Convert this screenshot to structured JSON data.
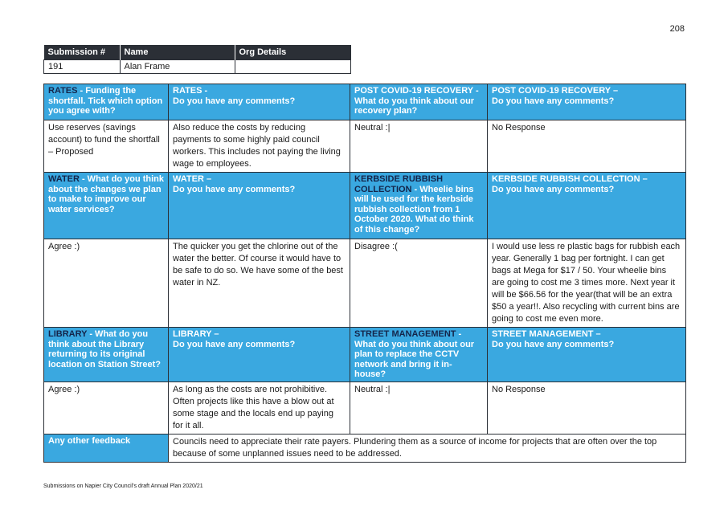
{
  "page_number": "208",
  "submission": {
    "headers": [
      "Submission #",
      "Name",
      "Org Details"
    ],
    "values": [
      "191",
      "Alan Frame",
      ""
    ]
  },
  "sections": [
    {
      "headers": [
        {
          "highlight": "RATES",
          "rest": " - Funding the shortfall. Tick which option you agree with?"
        },
        {
          "highlight": "",
          "rest": "RATES -\nDo you have any comments?"
        },
        {
          "highlight": "",
          "rest": "POST COVID-19 RECOVERY - What do you think about our recovery plan?"
        },
        {
          "highlight": "",
          "rest": "POST COVID-19 RECOVERY –\nDo you have any comments?"
        }
      ],
      "answers": [
        "Use reserves (savings account) to fund the shortfall – Proposed",
        "Also reduce the costs by reducing payments to some highly paid council workers. This includes not paying the living wage to employees.",
        "Neutral :|",
        "No Response"
      ]
    },
    {
      "headers": [
        {
          "highlight": "WATER",
          "rest": " - What do you think about the changes we plan to make to improve our water services?"
        },
        {
          "highlight": "",
          "rest": "WATER –\nDo you have any comments?"
        },
        {
          "highlight": "KERBSIDE RUBBISH COLLECTION",
          "rest": " - Wheelie bins will be used for the kerbside rubbish collection from 1 October 2020. What do think of this change?"
        },
        {
          "highlight": "",
          "rest": "KERBSIDE RUBBISH COLLECTION –\nDo you have any comments?"
        }
      ],
      "answers": [
        "Agree :)",
        "The quicker you get the chlorine out of the water the better.  Of course it would have to be safe to do so. We have some of the best water in NZ.",
        "Disagree :(",
        "I would use less re plastic bags for rubbish each year. Generally 1 bag per fortnight. I can get bags at Mega for $17 / 50. Your wheelie bins are going to cost me 3 times more. Next year it will be $66.56 for the year(that will be an extra $50 a year!!. Also recycling with current bins are going to cost me even more."
      ]
    },
    {
      "headers": [
        {
          "highlight": "LIBRARY",
          "rest": " - What do you think about the Library returning to its original location on Station Street?"
        },
        {
          "highlight": "",
          "rest": "LIBRARY –\nDo you have any comments?"
        },
        {
          "highlight": "STREET MANAGEMENT",
          "rest": " - What do you think about our plan to replace the CCTV network and bring it in-house?"
        },
        {
          "highlight": "",
          "rest": "STREET MANAGEMENT –\nDo you have any comments?"
        }
      ],
      "answers": [
        "Agree :)",
        "As long as the costs are not prohibitive. Often projects like this have a blow out at some stage and the locals end up paying for it all.",
        "Neutral :|",
        "No Response"
      ]
    }
  ],
  "other_feedback": {
    "label": "Any other feedback",
    "text": "Councils need to appreciate their rate payers. Plundering them as a source of income for projects that are often over the top because of some unplanned issues need to be addressed."
  },
  "footer": "Submissions on Napier City Council's draft Annual Plan 2020/21",
  "colors": {
    "header_bg": "#3aa8e0",
    "header_dark": "#2b2f36",
    "highlight_text": "#14254a"
  }
}
